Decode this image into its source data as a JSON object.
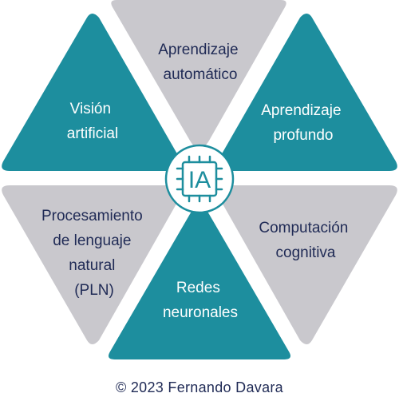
{
  "colors": {
    "teal": "#1d8e9e",
    "gray": "#c9c8cd",
    "dark_text": "#1f2a55",
    "center_fill": "#ffffff"
  },
  "center": {
    "label": "IA",
    "icon": "chip-icon"
  },
  "segments": [
    {
      "id": "aprendizaje-automatico",
      "lines": [
        "Aprendizaje",
        "automático"
      ]
    },
    {
      "id": "aprendizaje-profundo",
      "lines": [
        "Aprendizaje",
        "profundo"
      ]
    },
    {
      "id": "computacion-cognitiva",
      "lines": [
        "Computación",
        "cognitiva"
      ]
    },
    {
      "id": "redes-neuronales",
      "lines": [
        "Redes",
        "neuronales"
      ]
    },
    {
      "id": "pln",
      "lines": [
        "Procesamiento",
        "de lenguaje",
        "natural",
        "(PLN)"
      ]
    },
    {
      "id": "vision-artificial",
      "lines": [
        "Visión",
        "artificial"
      ]
    }
  ],
  "footer": "© 2023 Fernando Davara"
}
